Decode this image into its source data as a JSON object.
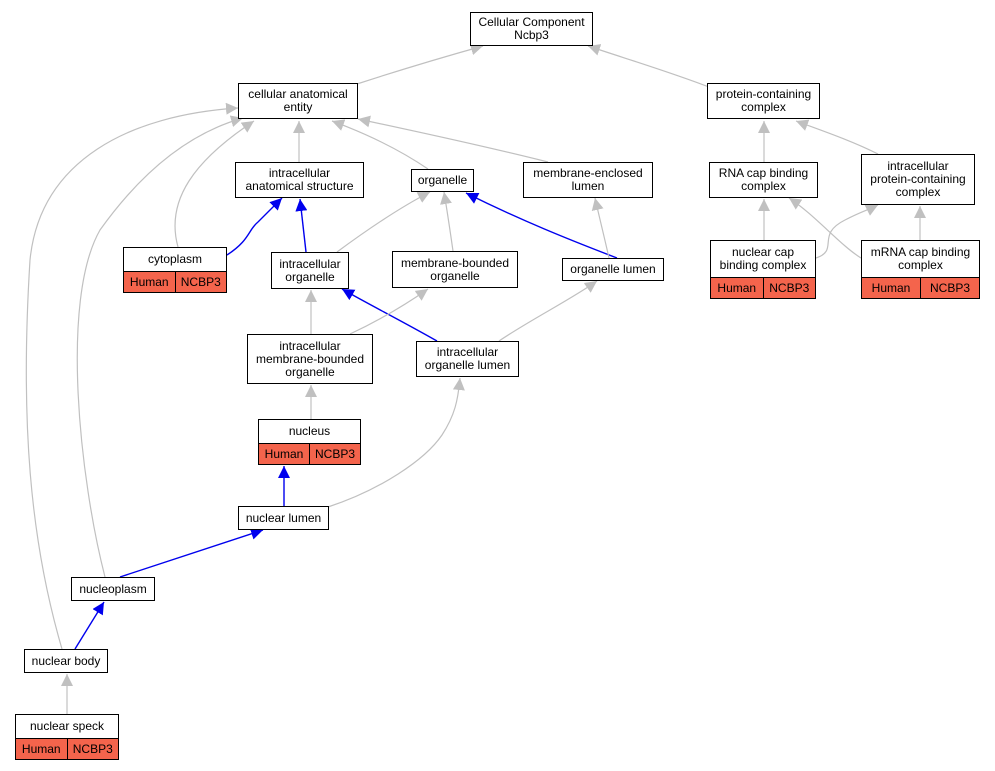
{
  "colors": {
    "gray_edge": "#c0c0c0",
    "blue_edge": "#0000ee",
    "annotation_fill": "#f4644c"
  },
  "nodes": {
    "root": {
      "label": "Cellular Component\nNcbp3"
    },
    "cellular_anatomical_entity": {
      "label": "cellular anatomical\nentity"
    },
    "protein_containing_complex": {
      "label": "protein-containing\ncomplex"
    },
    "intracellular_anatomical_structure": {
      "label": "intracellular\nanatomical structure"
    },
    "organelle": {
      "label": "organelle"
    },
    "membrane_enclosed_lumen": {
      "label": "membrane-enclosed\nlumen"
    },
    "rna_cap_binding_complex": {
      "label": "RNA cap binding\ncomplex"
    },
    "intracellular_protein_containing_complex": {
      "label": "intracellular\nprotein-containing\ncomplex"
    },
    "cytoplasm": {
      "label": "cytoplasm",
      "species": "Human",
      "gene": "NCBP3"
    },
    "intracellular_organelle": {
      "label": "intracellular\norganelle"
    },
    "membrane_bounded_organelle": {
      "label": "membrane-bounded\norganelle"
    },
    "organelle_lumen": {
      "label": "organelle lumen"
    },
    "nuclear_cap_binding_complex": {
      "label": "nuclear cap\nbinding complex",
      "species": "Human",
      "gene": "NCBP3"
    },
    "mrna_cap_binding_complex": {
      "label": "mRNA cap binding\ncomplex",
      "species": "Human",
      "gene": "NCBP3"
    },
    "intracellular_membrane_bounded_organelle": {
      "label": "intracellular\nmembrane-bounded\norganelle"
    },
    "intracellular_organelle_lumen": {
      "label": "intracellular\norganelle lumen"
    },
    "nucleus": {
      "label": "nucleus",
      "species": "Human",
      "gene": "NCBP3"
    },
    "nuclear_lumen": {
      "label": "nuclear lumen"
    },
    "nucleoplasm": {
      "label": "nucleoplasm"
    },
    "nuclear_body": {
      "label": "nuclear body"
    },
    "nuclear_speck": {
      "label": "nuclear speck",
      "species": "Human",
      "gene": "NCBP3"
    }
  },
  "edges": [
    {
      "from": "cellular_anatomical_entity",
      "to": "root",
      "style": "gray"
    },
    {
      "from": "protein_containing_complex",
      "to": "root",
      "style": "gray"
    },
    {
      "from": "intracellular_anatomical_structure",
      "to": "cellular_anatomical_entity",
      "style": "gray"
    },
    {
      "from": "organelle",
      "to": "cellular_anatomical_entity",
      "style": "gray"
    },
    {
      "from": "membrane_enclosed_lumen",
      "to": "cellular_anatomical_entity",
      "style": "gray"
    },
    {
      "from": "cytoplasm",
      "to": "cellular_anatomical_entity",
      "style": "gray"
    },
    {
      "from": "nucleoplasm",
      "to": "cellular_anatomical_entity",
      "style": "gray"
    },
    {
      "from": "nuclear_body",
      "to": "cellular_anatomical_entity",
      "style": "gray"
    },
    {
      "from": "rna_cap_binding_complex",
      "to": "protein_containing_complex",
      "style": "gray"
    },
    {
      "from": "intracellular_protein_containing_complex",
      "to": "protein_containing_complex",
      "style": "gray"
    },
    {
      "from": "cytoplasm",
      "to": "intracellular_anatomical_structure",
      "style": "blue"
    },
    {
      "from": "intracellular_organelle",
      "to": "intracellular_anatomical_structure",
      "style": "blue"
    },
    {
      "from": "intracellular_organelle",
      "to": "organelle",
      "style": "gray"
    },
    {
      "from": "membrane_bounded_organelle",
      "to": "organelle",
      "style": "gray"
    },
    {
      "from": "organelle_lumen",
      "to": "organelle",
      "style": "blue"
    },
    {
      "from": "organelle_lumen",
      "to": "membrane_enclosed_lumen",
      "style": "gray"
    },
    {
      "from": "nuclear_cap_binding_complex",
      "to": "rna_cap_binding_complex",
      "style": "gray"
    },
    {
      "from": "mrna_cap_binding_complex",
      "to": "rna_cap_binding_complex",
      "style": "gray"
    },
    {
      "from": "nuclear_cap_binding_complex",
      "to": "intracellular_protein_containing_complex",
      "style": "gray"
    },
    {
      "from": "mrna_cap_binding_complex",
      "to": "intracellular_protein_containing_complex",
      "style": "gray"
    },
    {
      "from": "intracellular_membrane_bounded_organelle",
      "to": "intracellular_organelle",
      "style": "gray"
    },
    {
      "from": "intracellular_organelle_lumen",
      "to": "intracellular_organelle",
      "style": "blue"
    },
    {
      "from": "intracellular_membrane_bounded_organelle",
      "to": "membrane_bounded_organelle",
      "style": "gray"
    },
    {
      "from": "intracellular_organelle_lumen",
      "to": "organelle_lumen",
      "style": "gray"
    },
    {
      "from": "nucleus",
      "to": "intracellular_membrane_bounded_organelle",
      "style": "gray"
    },
    {
      "from": "nuclear_lumen",
      "to": "nucleus",
      "style": "blue"
    },
    {
      "from": "nuclear_lumen",
      "to": "intracellular_organelle_lumen",
      "style": "gray"
    },
    {
      "from": "nucleoplasm",
      "to": "nuclear_lumen",
      "style": "blue"
    },
    {
      "from": "nuclear_body",
      "to": "nucleoplasm",
      "style": "blue"
    },
    {
      "from": "nuclear_speck",
      "to": "nuclear_body",
      "style": "gray"
    }
  ]
}
